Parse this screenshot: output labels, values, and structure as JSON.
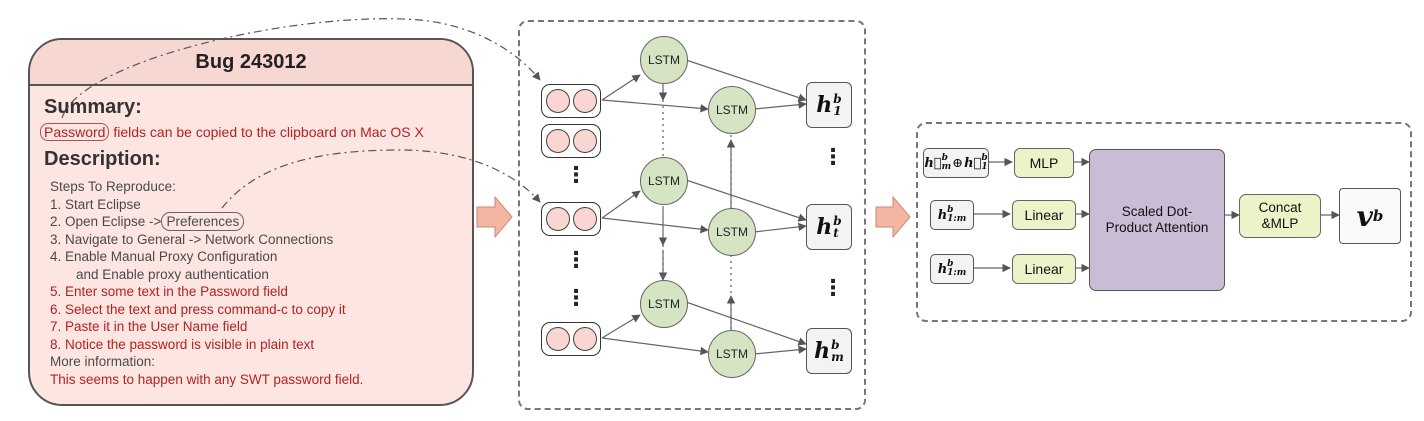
{
  "bug_report": {
    "title": "Bug 243012",
    "summary_heading": "Summary:",
    "summary_highlight": "Password",
    "summary_rest": " fields can be copied to the clipboard on Mac OS X",
    "description_heading": "Description:",
    "steps_intro": "Steps To Reproduce:",
    "step1": "1. Start Eclipse",
    "step2_prefix": "2. Open Eclipse ->",
    "step2_highlight": "Preferences",
    "step3": "3. Navigate to General -> Network Connections",
    "step4a": "4. Enable Manual Proxy Configuration",
    "step4b": "and Enable proxy authentication",
    "step5": "5. Enter some text in the Password field",
    "step6": "6. Select the text and press command-c to copy it",
    "step7": "7. Paste it in the User Name field",
    "step8": "8. Notice the password is visible in plain text",
    "more_info": "More information:",
    "more_info_text": "This seems to happen with any SWT password field."
  },
  "encoder": {
    "lstm_label": "LSTM",
    "h_base": "h",
    "h_sup": "b",
    "h_subs": [
      "1",
      "t",
      "m"
    ],
    "dots": "⋮"
  },
  "attention": {
    "inputs": [
      {
        "sub": "1:m",
        "sup": "b"
      },
      {
        "sub": "1:m",
        "sup": "b"
      }
    ],
    "concat_input": {
      "left_sub": "m",
      "right_sub": "1",
      "sup": "b",
      "op": "⊕"
    },
    "mlp_label": "MLP",
    "linear_label": "Linear",
    "attention_label_1": "Scaled Dot-",
    "attention_label_2": "Product Attention",
    "concat_label_1": "Concat",
    "concat_label_2": "&MLP",
    "output_base": "v",
    "output_sup": "b"
  },
  "colors": {
    "card_fill": "#fde6e2",
    "lstm_fill": "#d5e4c3",
    "module_fill": "#eef2c8",
    "attention_fill": "#c9bdd6",
    "arrow_fill": "#f4b6a3",
    "text_red": "#b22222"
  }
}
